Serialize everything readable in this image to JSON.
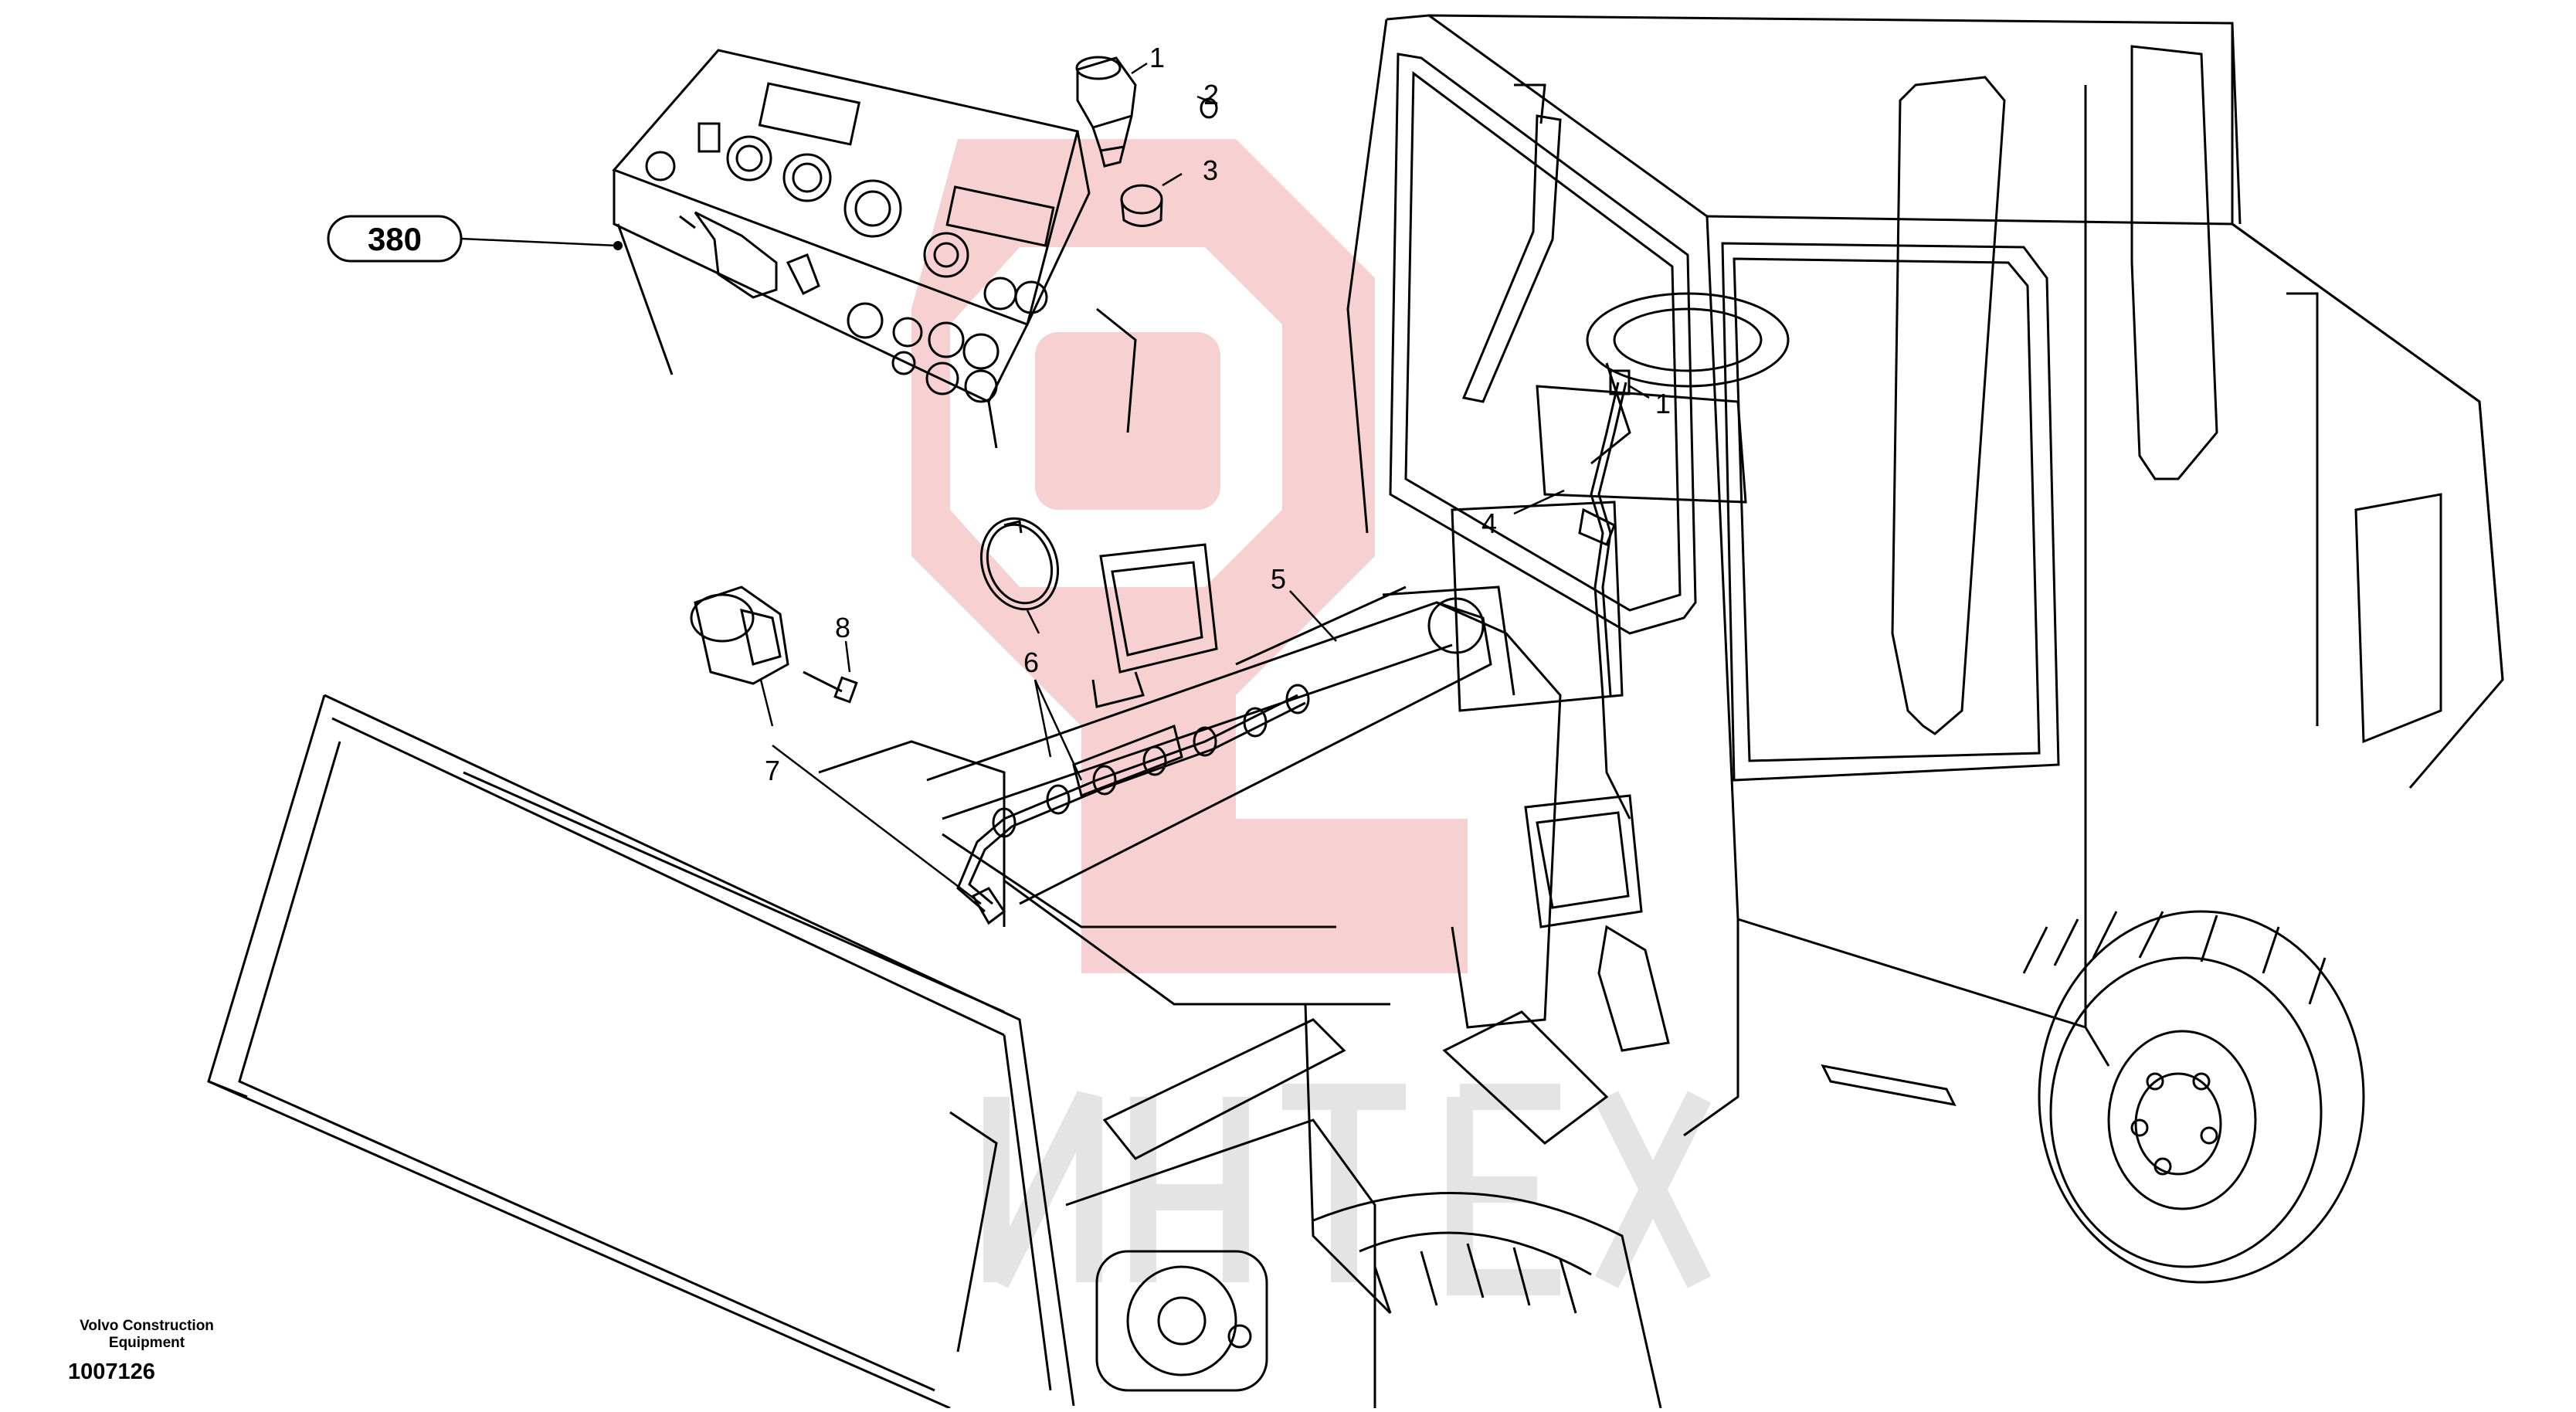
{
  "diagram": {
    "reference_box": {
      "label": "380"
    },
    "callouts": [
      {
        "id": "c1a",
        "label": "1"
      },
      {
        "id": "c2",
        "label": "2"
      },
      {
        "id": "c3",
        "label": "3"
      },
      {
        "id": "c1b",
        "label": "1"
      },
      {
        "id": "c4",
        "label": "4"
      },
      {
        "id": "c5",
        "label": "5"
      },
      {
        "id": "c6",
        "label": "6"
      },
      {
        "id": "c8",
        "label": "8"
      },
      {
        "id": "c7",
        "label": "7"
      }
    ]
  },
  "footer": {
    "company_line1": "Volvo Construction",
    "company_line2": "Equipment",
    "document_number": "1007126"
  },
  "colors": {
    "line": "#000000",
    "watermark": "#f6c9c9",
    "background": "#ffffff"
  }
}
